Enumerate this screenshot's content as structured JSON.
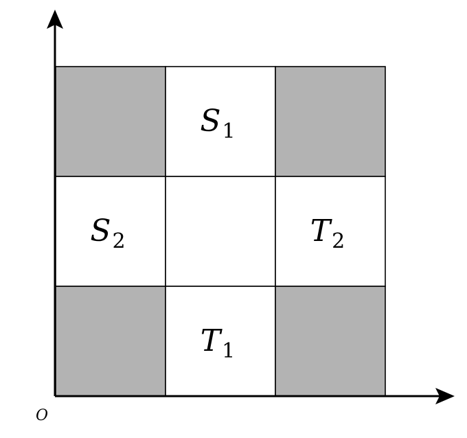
{
  "origin_label": "O",
  "colors": {
    "shaded": "#b3b3b3",
    "unshaded": "#ffffff",
    "stroke": "#000000"
  },
  "grid": {
    "rows": 3,
    "cols": 3,
    "cells": [
      {
        "row": 0,
        "col": 0,
        "shaded": true,
        "name": "cell-top-left",
        "label": null
      },
      {
        "row": 0,
        "col": 1,
        "shaded": false,
        "name": "cell-top-center",
        "label": {
          "main": "S",
          "sub": "1"
        }
      },
      {
        "row": 0,
        "col": 2,
        "shaded": true,
        "name": "cell-top-right",
        "label": null
      },
      {
        "row": 1,
        "col": 0,
        "shaded": false,
        "name": "cell-middle-left",
        "label": {
          "main": "S",
          "sub": "2"
        }
      },
      {
        "row": 1,
        "col": 1,
        "shaded": false,
        "name": "cell-center",
        "label": null
      },
      {
        "row": 1,
        "col": 2,
        "shaded": false,
        "name": "cell-middle-right",
        "label": {
          "main": "T",
          "sub": "2"
        }
      },
      {
        "row": 2,
        "col": 0,
        "shaded": true,
        "name": "cell-bottom-left",
        "label": null
      },
      {
        "row": 2,
        "col": 1,
        "shaded": false,
        "name": "cell-bottom-center",
        "label": {
          "main": "T",
          "sub": "1"
        }
      },
      {
        "row": 2,
        "col": 2,
        "shaded": true,
        "name": "cell-bottom-right",
        "label": null
      }
    ]
  }
}
